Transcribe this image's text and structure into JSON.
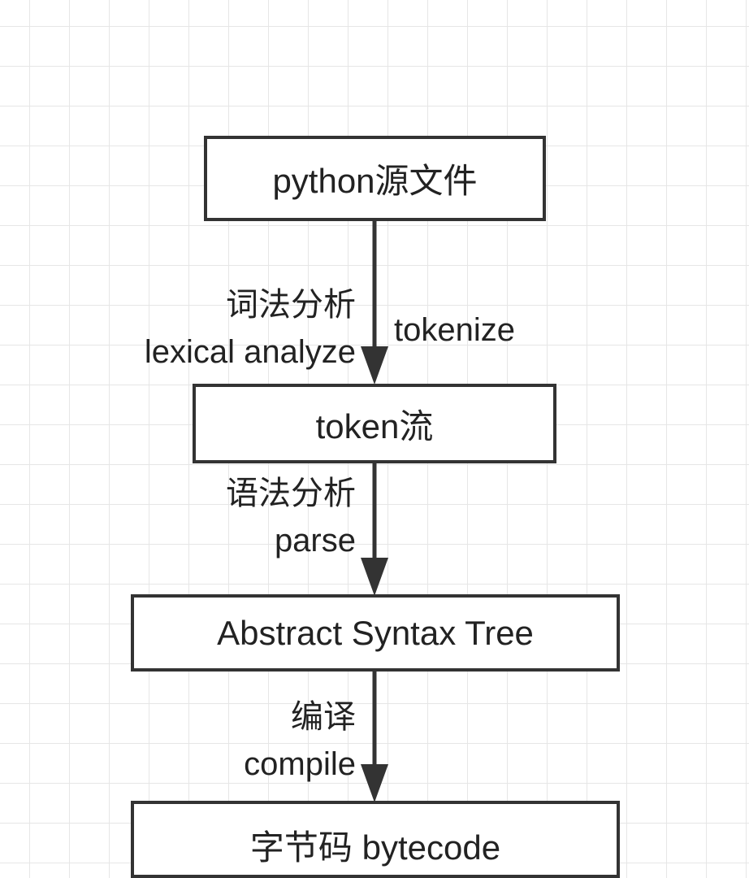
{
  "nodes": {
    "source": "python源文件",
    "tokens": "token流",
    "ast": "Abstract Syntax Tree",
    "bytecode": "字节码 bytecode"
  },
  "edges": {
    "lex": {
      "label_cn": "词法分析",
      "label_en": "lexical analyze",
      "side_label": "tokenize"
    },
    "parse": {
      "label_cn": "语法分析",
      "label_en": "parse"
    },
    "compile": {
      "label_cn": "编译",
      "label_en": "compile"
    }
  },
  "colors": {
    "stroke": "#333333",
    "grid": "#e6e6e6",
    "text": "#222222"
  }
}
